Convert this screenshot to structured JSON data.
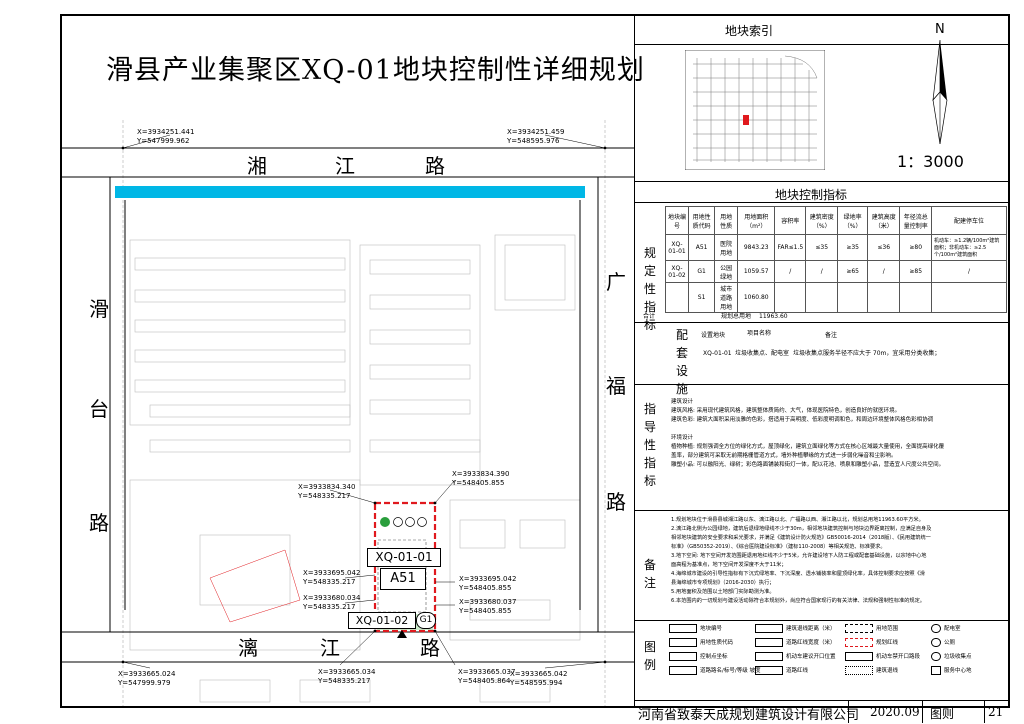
{
  "title": "滑县产业集聚区XQ-01地块控制性详细规划",
  "roads": {
    "north": [
      "湘",
      "江",
      "路"
    ],
    "west": [
      "滑",
      "台",
      "路"
    ],
    "east": [
      "广",
      "福",
      "路"
    ],
    "south": [
      "漓",
      "江",
      "路"
    ]
  },
  "coords": {
    "nw": [
      "X=3934251.441",
      "Y=547999.962"
    ],
    "ne": [
      "X=3934251.459",
      "Y=548595.976"
    ],
    "site_nw": [
      "X=3933834.340",
      "Y=548335.217"
    ],
    "site_ne": [
      "X=3933834.390",
      "Y=548405.855"
    ],
    "site_w1": [
      "X=3933695.042",
      "Y=548335.217"
    ],
    "site_w2": [
      "X=3933680.034",
      "Y=548335.217"
    ],
    "site_e1": [
      "X=3933695.042",
      "Y=548405.855"
    ],
    "site_e2": [
      "X=3933680.037",
      "Y=548405.855"
    ],
    "site_sw": [
      "X=3933665.034",
      "Y=548335.217"
    ],
    "site_se": [
      "X=3933665.037",
      "Y=548405.864"
    ],
    "sw": [
      "X=3933665.024",
      "Y=547999.979"
    ],
    "se": [
      "X=3933665.042",
      "Y=548595.994"
    ]
  },
  "parcels": {
    "main_id": "XQ-01-01",
    "main_code": "A51",
    "green_id": "XQ-01-02",
    "green_code": "G1"
  },
  "panel": {
    "index_title": "地块索引",
    "north_letter": "N",
    "scale": "1：3000",
    "ctrl_title": "地块控制指标",
    "side_regulatory": [
      "规",
      "定",
      "性",
      "指",
      "标"
    ],
    "headers": [
      "地块编号",
      "用地性质代码",
      "用地性质",
      "用地面积（m²）",
      "容积率",
      "建筑密度（%）",
      "绿地率（%）",
      "建筑高度（米）",
      "年径流总量控制率",
      "配建停车位"
    ],
    "rows": [
      [
        "XQ-01-01",
        "A51",
        "医院用地",
        "9843.23",
        "FAR≤1.5",
        "≤35",
        "≥35",
        "≤36",
        "≥80",
        "机动车：≥1.2辆/100m²建筑面积；非机动车：≥2.5个/100m²建筑面积"
      ],
      [
        "XQ-01-02",
        "G1",
        "公园绿地",
        "1059.57",
        "/",
        "/",
        "≥65",
        "/",
        "≥85",
        "/"
      ],
      [
        "",
        "S1",
        "城市道路用地",
        "1060.80",
        "",
        "",
        "",
        "",
        "",
        ""
      ]
    ],
    "total_label": "合计",
    "total_text": "规划总用地",
    "total_value": "11963.60",
    "side_facility": [
      "配",
      "套",
      "设",
      "施"
    ],
    "fac_headers": [
      "设置地块",
      "项目名称",
      "备注"
    ],
    "fac_row": [
      "XQ-01-01",
      "垃圾收集点、配电室",
      "垃圾收集点服务半径不应大于 70m，宜采用分类收集；"
    ],
    "side_guide": [
      "指",
      "导",
      "性",
      "指",
      "标"
    ],
    "guide_lines": [
      "建筑设计",
      "建筑风格: 采用现代建筑风格，建筑整体质简约、大气，体现医院特色，创造良好的就医环境。",
      "建筑色彩: 建筑大面积采用淡雅的色彩，搭适用于高明度、低彩度明调和色，和周边环境整体风格色彩相协调",
      "",
      "环境设计",
      "植物种植: 规划强调全方位的绿化方式，屋顶绿化，建筑立面绿化等方式在核心区域最大量使用，全面提高绿化覆",
      "盖率，部分建筑可采取无前期格栅管道方式，墙外种植攀缘的方式进一步弱化噪音和尘影响。",
      "雕塑小品: 可以融阳光、绿树；彩色路面铺装和街灯一体，配以花池、喷泉和雕塑小品，营造宜人尺度公共空间。"
    ],
    "side_notes": [
      "备",
      "注"
    ],
    "notes": [
      "1.规划地块位于滑县县城湘江路以东、漓江路以北、广福路以西、湘江路以北，规划总用地11963.60平方米。",
      "2.漓江路北侧为公园绿地，建筑后退绿地绿线不少于30m，相邻地块建筑控制与地块边界距离控制，应满足自身及",
      "相邻地块建筑的安全要求和采光要求，并满足《建筑设计防火规范》GB50016-2014（2018版）、《民用建筑统一",
      "标准》（GB50352-2019）、《综合医院建设标准》（建标110-2008）等相关规范、标准要求。",
      "3.地下空间: 地下空间开发范围距退用地红线不少于5米，允许建设地下人防工程或配套基础设施，以宗地中心地",
      "面高程为基准点，地下空间开发深度不大于11米；",
      "4.海绵城市建设的引导性指标有下沉式绿地率、下沉深度、透水铺装率和屋顶绿化率，具体控制要求应按照《滑",
      "县海绵城市专项规划》（2016-2030）执行；",
      "5.用地面积及范围以土地部门实际勘测为准。",
      "6.本范围内的一切规划与建设活动除符合本规划外，尚应符合国家现行的有关法律、法规和强制性标准的规定。"
    ],
    "side_legend": [
      "图",
      "例"
    ],
    "legend": [
      "地块编号",
      "建筑退线距离（米）",
      "用地范围",
      "配电室",
      "用地性质代码",
      "道路红线宽度（米）",
      "规划红线",
      "公厕",
      "控制点坐标",
      "机动车建议开口位置",
      "机动车禁开口路段",
      "垃圾收集点",
      "道路路名/标号/等级 坡度",
      "道路红线",
      "建筑退线",
      "服务中心地"
    ],
    "company": "河南省致泰天成规划建筑设计有限公司",
    "date": "2020.09",
    "sheet_label": "图则",
    "sheet_no": "21"
  },
  "colors": {
    "river": "#00b7e6",
    "site_boundary": "#e0191e",
    "green": "#2a9e3c",
    "panel_line": "#000000"
  }
}
